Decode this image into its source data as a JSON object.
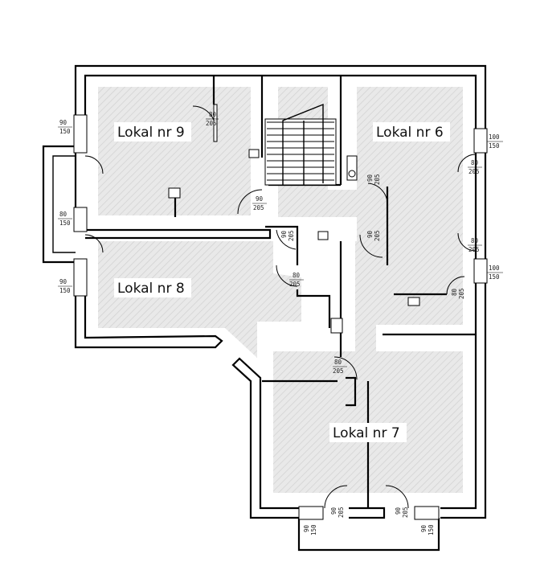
{
  "rooms": [
    {
      "id": "r9",
      "label": "Lokal nr 9"
    },
    {
      "id": "r6",
      "label": "Lokal nr 6"
    },
    {
      "id": "r8",
      "label": "Lokal nr 8"
    },
    {
      "id": "r7",
      "label": "Lokal nr 7"
    }
  ],
  "dimensions": {
    "w_left_top": [
      "90",
      "150"
    ],
    "w_left_mid": [
      "80",
      "150"
    ],
    "w_left_low": [
      "90",
      "150"
    ],
    "w_right_top": [
      "100",
      "150"
    ],
    "w_right_low": [
      "100",
      "150"
    ],
    "w_bottom_l": [
      "90",
      "150"
    ],
    "w_bottom_r": [
      "90",
      "150"
    ],
    "d_r9": [
      "80",
      "205"
    ],
    "d_hall_w": [
      "90",
      "205"
    ],
    "d_r8": [
      "80",
      "205"
    ],
    "d_stair_e": [
      "90",
      "205"
    ],
    "d_r6_top": [
      "80",
      "205"
    ],
    "d_r6_mid": [
      "80",
      "205"
    ],
    "d_r6_low": [
      "80",
      "205"
    ],
    "d_center": [
      "90",
      "205"
    ],
    "d_r7_top": [
      "80",
      "205"
    ],
    "d_entry_l": [
      "90",
      "205"
    ],
    "d_entry_r": [
      "90",
      "205"
    ]
  },
  "colors": {
    "wall": "#000000",
    "floor": "#e8e8e8",
    "hatch": "#cfcfcf",
    "background": "#ffffff"
  }
}
